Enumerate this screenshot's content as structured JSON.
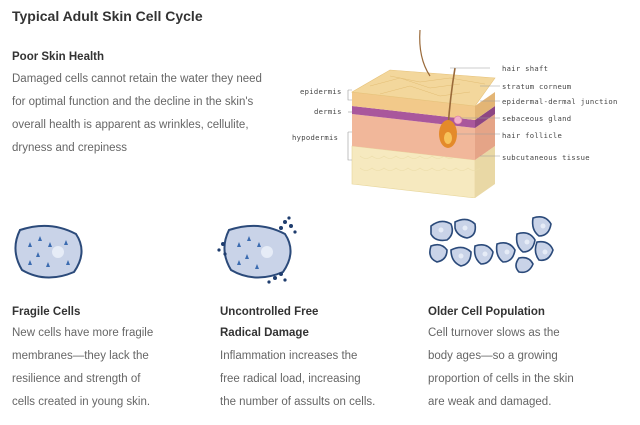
{
  "title": "Typical Adult Skin Cell Cycle",
  "poor_health": {
    "heading": "Poor Skin Health",
    "lines": [
      "Damaged cells cannot retain the water they need",
      "for optimal function and the decline in the skin's",
      "overall health is apparent as wrinkles, cellulite,",
      "dryness and crepiness"
    ]
  },
  "diagram": {
    "left_labels": [
      "epidermis",
      "dermis",
      "hypodermis"
    ],
    "right_labels": [
      "hair shaft",
      "stratum corneum",
      "epidermal-dermal junction",
      "sebaceous gland",
      "hair follicle",
      "subcutaneous tissue"
    ]
  },
  "columns": [
    {
      "heading": [
        "Fragile Cells"
      ],
      "lines": [
        "New cells have more fragile",
        "membranes—they lack the",
        "resilience and strength of",
        "cells created in young skin."
      ]
    },
    {
      "heading": [
        "Uncontrolled Free",
        "Radical Damage"
      ],
      "lines": [
        "Inflammation increases the",
        "free radical load, increasing",
        "the number of assults on cells."
      ]
    },
    {
      "heading": [
        "Older Cell Population"
      ],
      "lines": [
        "Cell turnover slows as the",
        "body ages—so a growing",
        "proportion of cells in the skin",
        "are weak and damaged."
      ]
    }
  ],
  "colors": {
    "cell_fill": "#c9d3e8",
    "cell_stroke": "#2b4a7a",
    "epidermis": "#f0d49a",
    "dermis": "#a85a9c",
    "hypodermis": "#f4e6b8",
    "follicle": "#e48a2a"
  }
}
